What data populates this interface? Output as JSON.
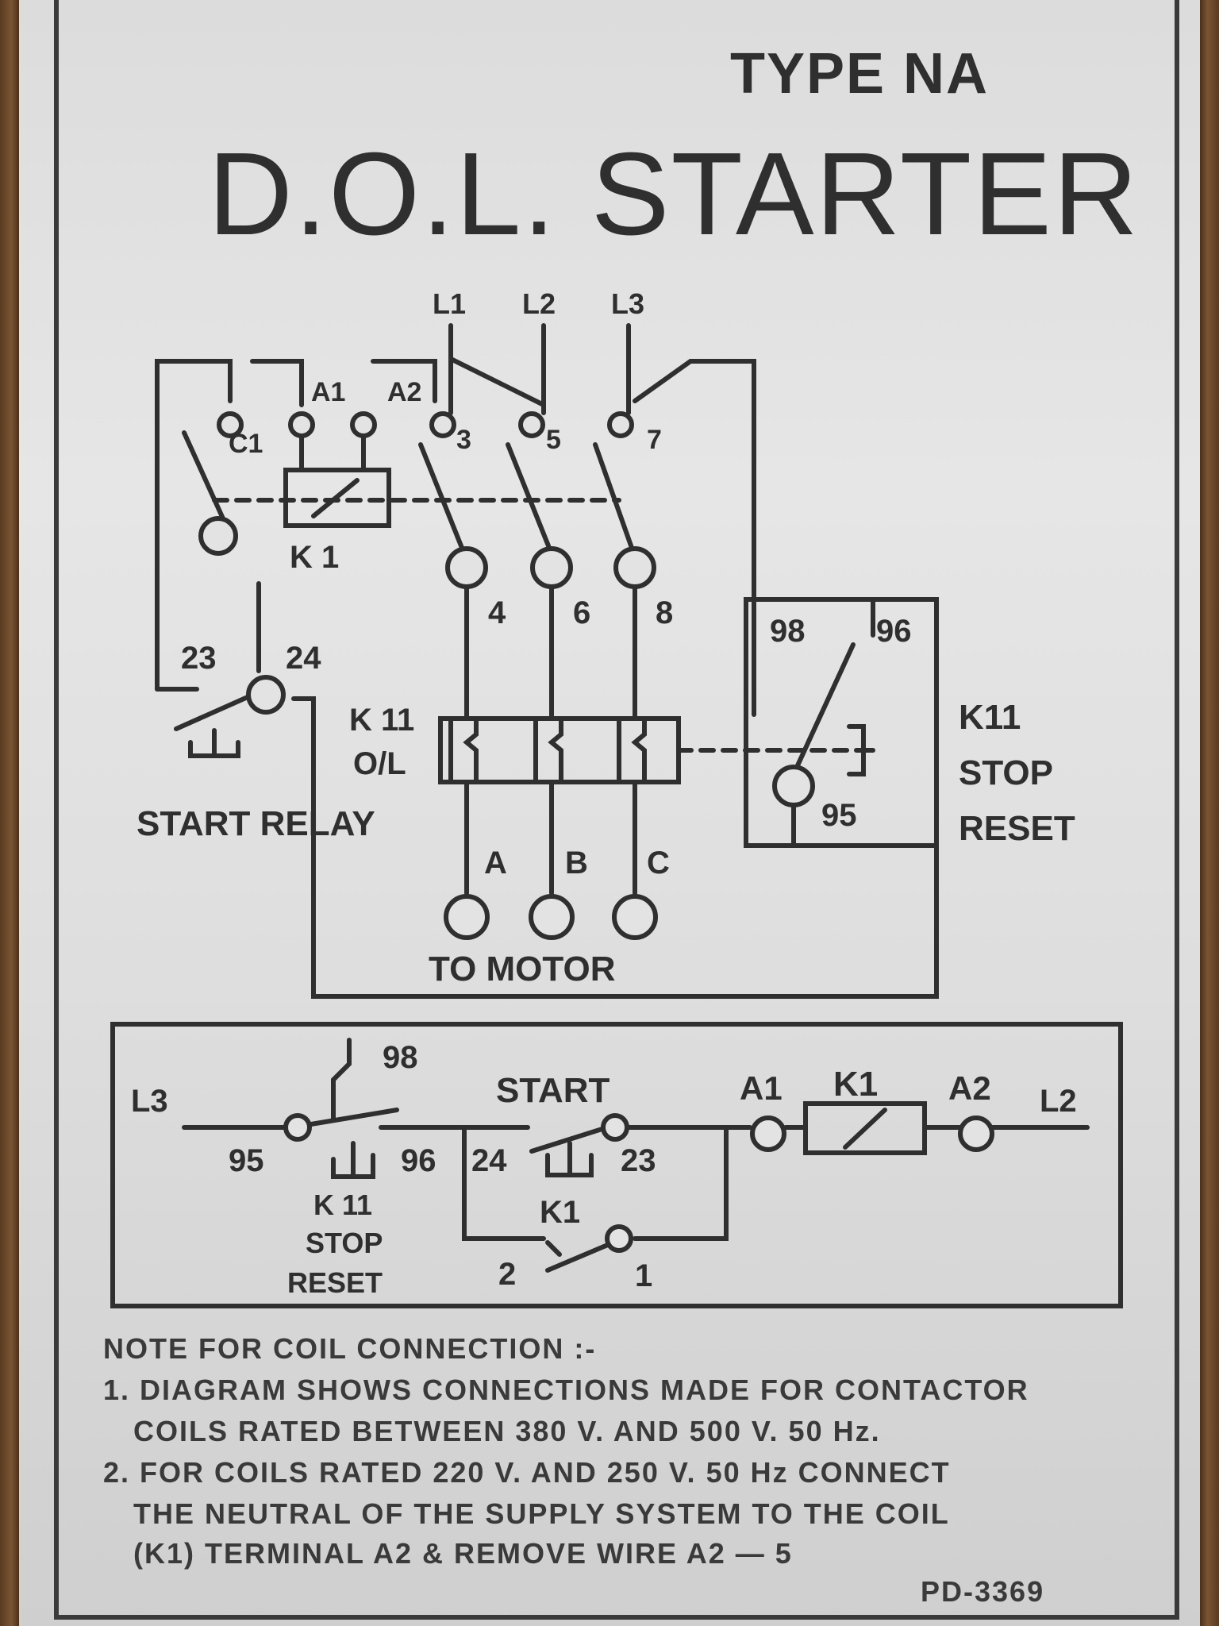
{
  "title": {
    "type": "TYPE NA",
    "main": "D.O.L. STARTER"
  },
  "power": {
    "lines": [
      "L1",
      "L2",
      "L3"
    ],
    "top_terminals": [
      "C1",
      "A1",
      "A2",
      "3",
      "5",
      "7"
    ],
    "contactor": "K 1",
    "bottom_terminals": [
      "4",
      "6",
      "8"
    ],
    "overload": [
      "K 11",
      "O/L"
    ],
    "motor_terminals": [
      "A",
      "B",
      "C"
    ],
    "to_motor": "TO MOTOR"
  },
  "start_relay": {
    "terminals": [
      "23",
      "24"
    ],
    "label": "START RELAY"
  },
  "stop_reset": {
    "terminals": [
      "98",
      "96",
      "95"
    ],
    "label": [
      "K11",
      "STOP",
      "RESET"
    ]
  },
  "control": {
    "line_in": "L3",
    "line_out": "L2",
    "stop_terminals": [
      "95",
      "96",
      "98"
    ],
    "stop_label": [
      "K 11",
      "STOP",
      "RESET"
    ],
    "start_label": "START",
    "start_terminals": [
      "24",
      "23"
    ],
    "coil_label": "K1",
    "coil_terminals": [
      "A1",
      "A2"
    ],
    "hold_label": "K1",
    "hold_terminals": [
      "2",
      "1"
    ]
  },
  "notes": {
    "title": "NOTE FOR COIL CONNECTION :-",
    "items": [
      "1. DIAGRAM SHOWS CONNECTIONS MADE FOR CONTACTOR",
      "COILS RATED BETWEEN 380 V. AND 500 V. 50 Hz.",
      "2. FOR COILS RATED 220 V. AND 250 V. 50 Hz CONNECT",
      "THE NEUTRAL OF THE SUPPLY SYSTEM TO THE COIL",
      "(K1) TERMINAL A2 & REMOVE WIRE A2 — 5"
    ],
    "code": "PD-3369"
  },
  "colors": {
    "ink": "#2f2f2f",
    "label": "#e0e0e0",
    "wood": "#6b4a2e"
  }
}
